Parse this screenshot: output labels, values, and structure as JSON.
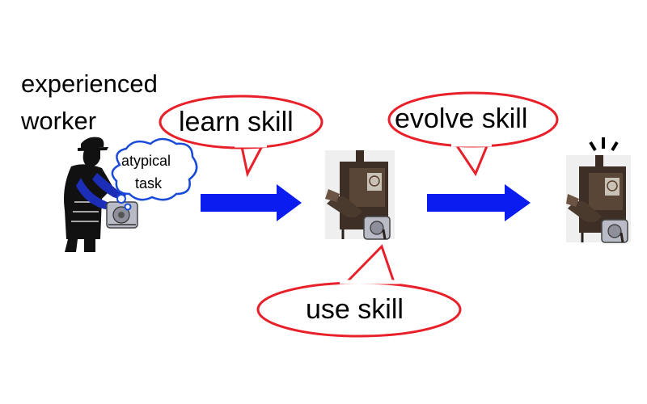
{
  "worker": {
    "line1": "experienced",
    "line2": "worker",
    "thought_line1": "atypical",
    "thought_line2": "task"
  },
  "bubbles": {
    "learn": "learn skill",
    "evolve": "evolve skill",
    "use": "use skill"
  },
  "icons": {
    "worker": "worker-silhouette-icon",
    "robot": "robot-arm-icon",
    "evolved_robot": "robot-arm-evolved-icon",
    "arrow": "right-arrow-icon"
  },
  "colors": {
    "bubble_outline": "#e8202a",
    "arrow": "#0a1cf0",
    "worker_arm": "#1c2db8",
    "thought_outline": "#1a4bd8"
  }
}
